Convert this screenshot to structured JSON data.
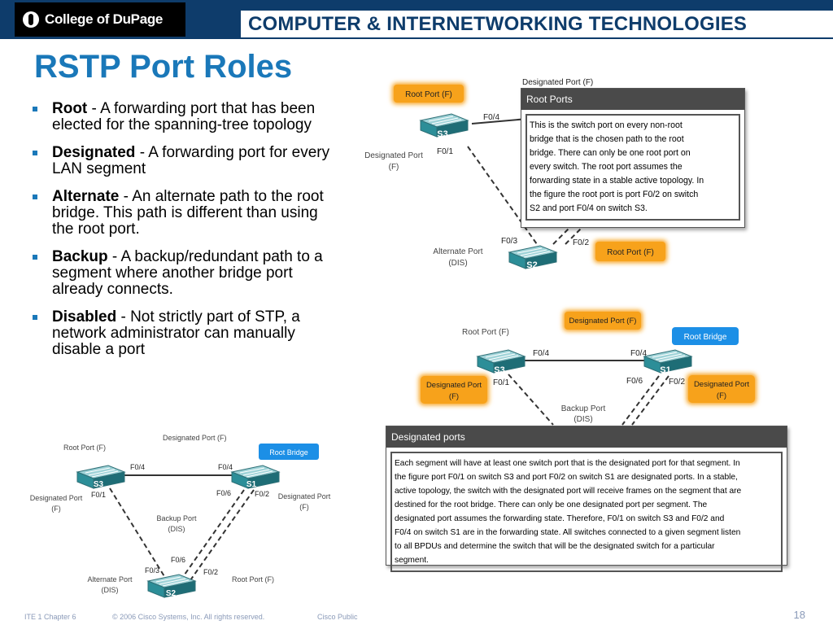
{
  "header": {
    "college_logo": "College of DuPage",
    "banner": "COMPUTER & INTERNETWORKING TECHNOLOGIES"
  },
  "title": "RSTP Port Roles",
  "bullets": [
    {
      "term": "Root",
      "desc": "- A forwarding port that has been elected for the spanning-tree topology"
    },
    {
      "term": "Designated",
      "desc": "- A forwarding port for every LAN segment"
    },
    {
      "term": "Alternate",
      "desc": "- An alternate path to the root bridge. This path is different than using the root port."
    },
    {
      "term": "Backup",
      "desc": "- A backup/redundant path to a segment where another bridge port already connects."
    },
    {
      "term": "Disabled",
      "desc": "- Not strictly part of STP, a network administrator can manually disable a port"
    }
  ],
  "diagram_top": {
    "root_port_f_s3": "Root Port (F)",
    "designated_port_f_top": "Designated Port (F)",
    "f04": "F0/4",
    "s3": "S3",
    "f01": "F0/1",
    "designated_port_left": "Designated Port",
    "f_left": "(F)",
    "f03": "F0/3",
    "f02": "F0/2",
    "alternate_port": "Alternate Port",
    "dis": "(DIS)",
    "s2": "S2",
    "root_port_f_s2": "Root Port (F)"
  },
  "popup_root": {
    "title": "Root Ports",
    "lines": [
      "This is the switch port on every non-root",
      "bridge that is the chosen path to the root",
      "bridge. There can only be one root port on",
      "every switch. The root port assumes the",
      "forwarding state in a stable active topology. In",
      "the figure the root port is port F0/2 on switch",
      "S2 and port F0/4 on switch S3."
    ]
  },
  "diagram_mid": {
    "designated_port_f": "Designated Port (F)",
    "root_port_f": "Root Port (F)",
    "root_bridge": "Root Bridge",
    "f04_left": "F0/4",
    "f04_right": "F0/4",
    "s3": "S3",
    "s1": "S1",
    "f01": "F0/1",
    "f06": "F0/6",
    "f02": "F0/2",
    "designated_port_left": "Designated Port",
    "f_left": "(F)",
    "designated_port_right": "Designated Port",
    "f_right": "(F)",
    "backup_port": "Backup Port",
    "dis": "(DIS)"
  },
  "popup_designated": {
    "title": "Designated ports",
    "lines": [
      "Each segment will have at least one switch port that is the designated port for that segment. In",
      "the figure port F0/1 on switch S3 and port F0/2 on switch S1 are designated ports. In a stable,",
      "active topology, the switch with the designated port will receive frames on the segment that are",
      "destined for the root bridge. There can only be one designated port per segment. The",
      "designated port assumes the forwarding state. Therefore, F0/1 on switch S3 and F0/2 and",
      "F0/4 on switch S1 are in the forwarding state. All switches connected to a given segment listen",
      "to all BPDUs and determine the switch that will be the designated switch for a particular",
      "segment."
    ]
  },
  "diagram_bottom": {
    "designated_port_f": "Designated Port (F)",
    "root_port_f": "Root Port (F)",
    "root_bridge": "Root Bridge",
    "f04_left": "F0/4",
    "f04_right": "F0/4",
    "s3": "S3",
    "s1": "S1",
    "f01": "F0/1",
    "f06": "F0/6",
    "f02": "F0/2",
    "designated_port_left": "Designated Port",
    "f_left": "(F)",
    "designated_port_right": "Designated Port",
    "f_right": "(F)",
    "backup_port": "Backup Port",
    "dis": "(DIS)",
    "f06_bottom": "F0/6",
    "f03": "F0/3",
    "f02_bottom": "F0/2",
    "alternate_port": "Alternate Port",
    "dis_alt": "(DIS)",
    "s2": "S2",
    "root_port_f_s2": "Root Port (F)"
  },
  "footer": {
    "chapter": "ITE 1 Chapter 6",
    "copyright": "© 2006 Cisco Systems, Inc. All rights reserved.",
    "classification": "Cisco Public",
    "slide_number": "18"
  },
  "colors": {
    "header_navy": "#0e3c6b",
    "title_blue": "#1a78b9",
    "orange_label": "#f7a21b",
    "root_bridge_blue": "#1c8fe6",
    "switch_teal": "#2c8e98"
  }
}
